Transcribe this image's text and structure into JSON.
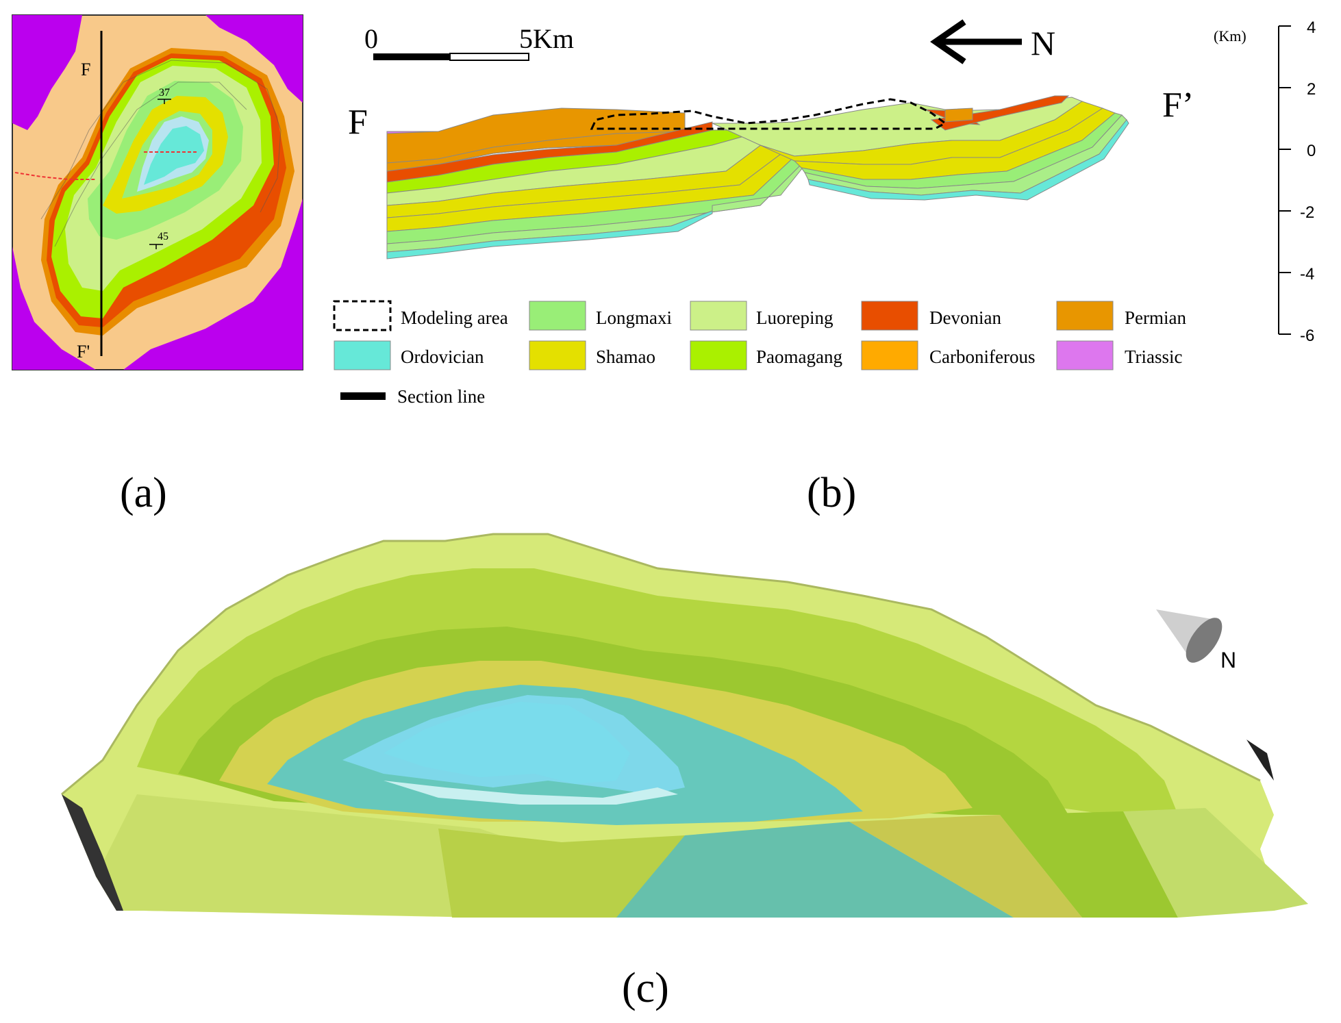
{
  "panels": {
    "a": {
      "caption": "(a)",
      "top_label": "F",
      "bottom_label": "F'",
      "dip1": "37",
      "dip2": "45"
    },
    "b": {
      "caption": "(b)",
      "scale_start": "0",
      "scale_end": "5Km",
      "north_label": "N",
      "left_label": "F",
      "right_label": "F’",
      "axis_unit": "(Km)",
      "axis_ticks": [
        "4",
        "2",
        "0",
        "-2",
        "-4",
        "-6"
      ],
      "legend": [
        {
          "label": "Modeling area",
          "color": "none"
        },
        {
          "label": "Longmaxi",
          "color": "#99ee77"
        },
        {
          "label": "Luoreping",
          "color": "#ccf088"
        },
        {
          "label": "Devonian",
          "color": "#e84e00"
        },
        {
          "label": "Permian",
          "color": "#e89600"
        },
        {
          "label": "Ordovician",
          "color": "#66e8d8"
        },
        {
          "label": "Shamao",
          "color": "#e4e000"
        },
        {
          "label": "Paomagang",
          "color": "#aaf000"
        },
        {
          "label": "Carboniferous",
          "color": "#ffaa00"
        },
        {
          "label": "Triassic",
          "color": "#dd77ee"
        },
        {
          "label": "Section  line",
          "color": "#000000"
        }
      ]
    },
    "c": {
      "caption": "(c)",
      "north_label": "N"
    }
  }
}
